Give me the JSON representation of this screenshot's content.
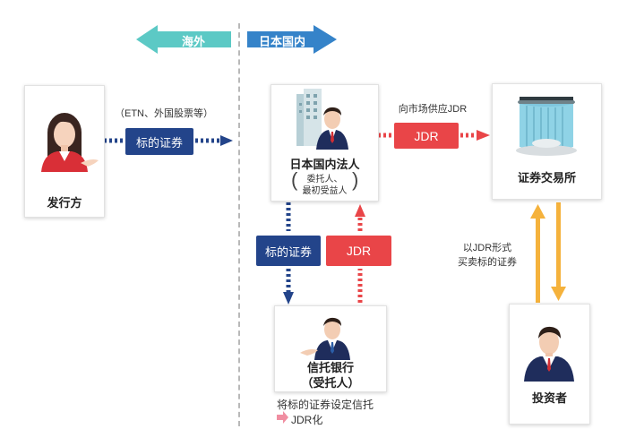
{
  "header": {
    "overseas": "海外",
    "domestic": "日本国内"
  },
  "issuer": {
    "label": "发行方"
  },
  "securities_note": "（ETN、外国股票等）",
  "underlying_label": "标的证券",
  "corp": {
    "label": "日本国内法人",
    "sub_line1": "委托人、",
    "sub_line2": "最初受益人"
  },
  "market_supply": "向市场供应JDR",
  "jdr": "JDR",
  "exchange": {
    "label": "证券交易所"
  },
  "trade_note_line1": "以JDR形式",
  "trade_note_line2": "买卖标的证券",
  "bank": {
    "label_line1": "信托银行",
    "label_line2": "（受托人）"
  },
  "investor": {
    "label": "投资者"
  },
  "bottom_note_line1": "将标的证券设定信托",
  "bottom_note_line2": "JDR化",
  "colors": {
    "teal": "#5cc9c5",
    "blue": "#3583c9",
    "navy": "#23448a",
    "red": "#e94548",
    "orange": "#f5b23c",
    "pink_arrow": "#f08ea1"
  }
}
